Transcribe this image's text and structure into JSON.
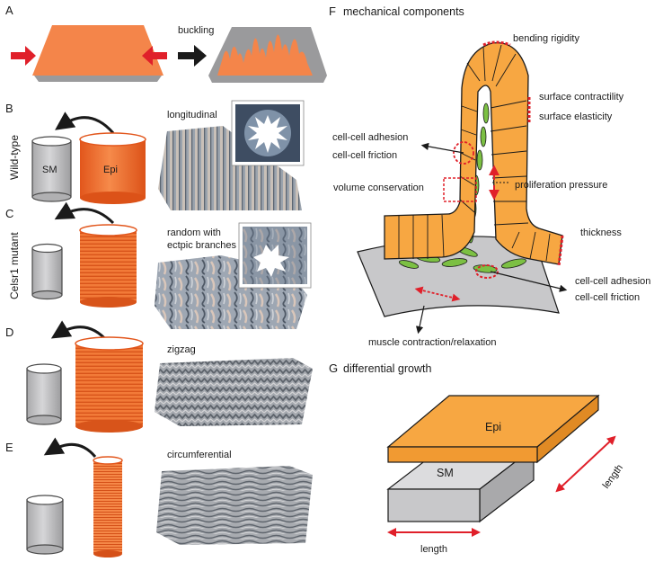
{
  "panels": {
    "A": {
      "letter": "A",
      "arrow_label": "buckling"
    },
    "B": {
      "letter": "B",
      "genotype": "Wild-type",
      "pattern": "longitudinal",
      "sm_label": "SM",
      "epi_label": "Epi"
    },
    "C": {
      "letter": "C",
      "genotype": "Celsr1 mutant",
      "pattern_line1": "random with",
      "pattern_line2": "ectpic branches"
    },
    "D": {
      "letter": "D",
      "pattern": "zigzag"
    },
    "E": {
      "letter": "E",
      "pattern": "circumferential"
    },
    "F": {
      "letter": "F",
      "title": "mechanical components",
      "labels": {
        "bending_rigidity": "bending rigidity",
        "surface_contractility": "surface contractility",
        "surface_elasticity": "surface elasticity",
        "cell_adhesion_top": "cell-cell adhesion",
        "cell_friction_top": "cell-cell friction",
        "volume_conservation": "volume conservation",
        "proliferation_pressure": "proliferation pressure",
        "thickness": "thickness",
        "cell_adhesion_bottom": "cell-cell adhesion",
        "cell_friction_bottom": "cell-cell friction",
        "muscle": "muscle contraction/relaxation"
      }
    },
    "G": {
      "letter": "G",
      "title": "differential growth",
      "epi_label": "Epi",
      "sm_label": "SM",
      "length_bottom": "length",
      "length_side": "length"
    }
  },
  "colors": {
    "epithelium": "#f26f2f",
    "epithelium_light": "#f7a742",
    "smooth_muscle": "#c8c8ca",
    "highlight_red": "#e0202a",
    "mesenchyme_green": "#7cc043"
  }
}
